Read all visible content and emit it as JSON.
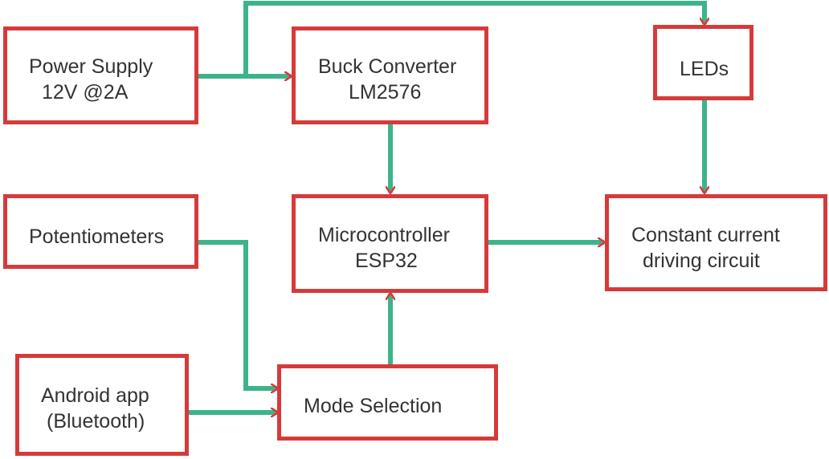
{
  "colors": {
    "box_border": "#d63a3a",
    "connector": "#3db38a",
    "text": "#333333",
    "background": "#ffffff"
  },
  "nodes": {
    "power_supply": {
      "line1": "Power Supply",
      "line2": "12V @2A"
    },
    "buck_converter": {
      "line1": "Buck Converter",
      "line2": "LM2576"
    },
    "leds": {
      "line1": "LEDs"
    },
    "potentiometers": {
      "line1": "Potentiometers"
    },
    "microcontroller": {
      "line1": "Microcontroller",
      "line2": "ESP32"
    },
    "constant_current": {
      "line1": "Constant current",
      "line2": "driving circuit"
    },
    "android_app": {
      "line1": "Android app",
      "line2": "(Bluetooth)"
    },
    "mode_selection": {
      "line1": "Mode Selection"
    }
  },
  "connections": [
    {
      "from": "Power Supply",
      "to": "Buck Converter"
    },
    {
      "from": "Power Supply",
      "to": "LEDs"
    },
    {
      "from": "Buck Converter",
      "to": "Microcontroller"
    },
    {
      "from": "LEDs",
      "to": "Constant current driving circuit"
    },
    {
      "from": "Microcontroller",
      "to": "Constant current driving circuit"
    },
    {
      "from": "Potentiometers",
      "to": "Mode Selection"
    },
    {
      "from": "Android app",
      "to": "Mode Selection"
    },
    {
      "from": "Mode Selection",
      "to": "Microcontroller"
    }
  ]
}
